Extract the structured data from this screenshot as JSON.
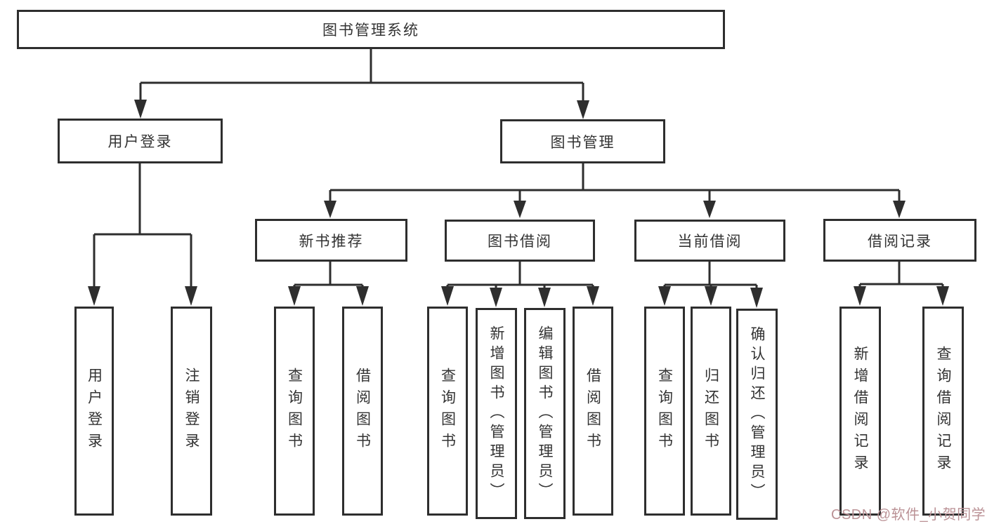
{
  "diagram": {
    "type": "hierarchy",
    "tree": {
      "root": {
        "label": "图书管理系统",
        "children": [
          {
            "label": "用户登录",
            "children": [
              {
                "label": "用户登录"
              },
              {
                "label": "注销登录"
              }
            ]
          },
          {
            "label": "图书管理",
            "children": [
              {
                "label": "新书推荐",
                "children": [
                  {
                    "label": "查询图书"
                  },
                  {
                    "label": "借阅图书"
                  }
                ]
              },
              {
                "label": "图书借阅",
                "children": [
                  {
                    "label": "查询图书"
                  },
                  {
                    "label": "新增图书（管理员）"
                  },
                  {
                    "label": "编辑图书（管理员）"
                  },
                  {
                    "label": "借阅图书"
                  }
                ]
              },
              {
                "label": "当前借阅",
                "children": [
                  {
                    "label": "查询图书"
                  },
                  {
                    "label": "归还图书"
                  },
                  {
                    "label": "确认归还（管理员）"
                  }
                ]
              },
              {
                "label": "借阅记录",
                "children": [
                  {
                    "label": "新增借阅记录"
                  },
                  {
                    "label": "查询借阅记录"
                  }
                ]
              }
            ]
          }
        ]
      }
    },
    "colors": {
      "line": "#2e2e2e",
      "text": "#333333",
      "background": "#ffffff",
      "watermark": "#bb9296"
    }
  },
  "watermark": {
    "text": "CSDN @软件_小贺同学"
  }
}
